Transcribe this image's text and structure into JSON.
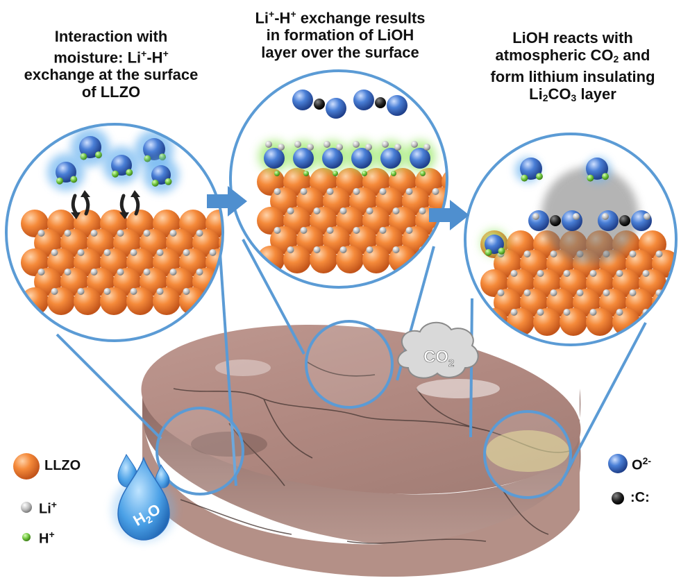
{
  "captions": {
    "step1": {
      "line1": "Interaction with",
      "line2a": "moisture: Li",
      "line2b": "+",
      "line2c": "-H",
      "line2d": "+",
      "line3": "exchange at the surface",
      "line4": "of LLZO"
    },
    "step2": {
      "line1a": "Li",
      "line1b": "+",
      "line1c": "-H",
      "line1d": "+",
      "line1e": " exchange results",
      "line2": "in formation of LiOH",
      "line3": "layer over the surface"
    },
    "step3": {
      "line1": "LiOH reacts with",
      "line2a": "atmospheric CO",
      "line2b": "2",
      "line2c": " and",
      "line3": "form lithium insulating",
      "line4a": "Li",
      "line4b": "2",
      "line4c": "CO",
      "line4d": "3",
      "line4e": " layer"
    }
  },
  "labels": {
    "co2_main": "CO",
    "co2_sub": "2",
    "h2o_h": "H",
    "h2o_sub": "2",
    "h2o_o": "O"
  },
  "legend": {
    "llzo": "LLZO",
    "li": "Li",
    "li_sup": "+",
    "h": "H",
    "h_sup": "+",
    "o": "O",
    "o_sup": "2-",
    "c": ":C:"
  },
  "colors": {
    "llzo": "#f07a2a",
    "li": "#b8b8b8",
    "h": "#6fbf3a",
    "o": "#3f6fc9",
    "c": "#111111",
    "circle_stroke": "#5b9bd5",
    "arrow": "#4f8fcf",
    "pellet": "#a57670"
  }
}
